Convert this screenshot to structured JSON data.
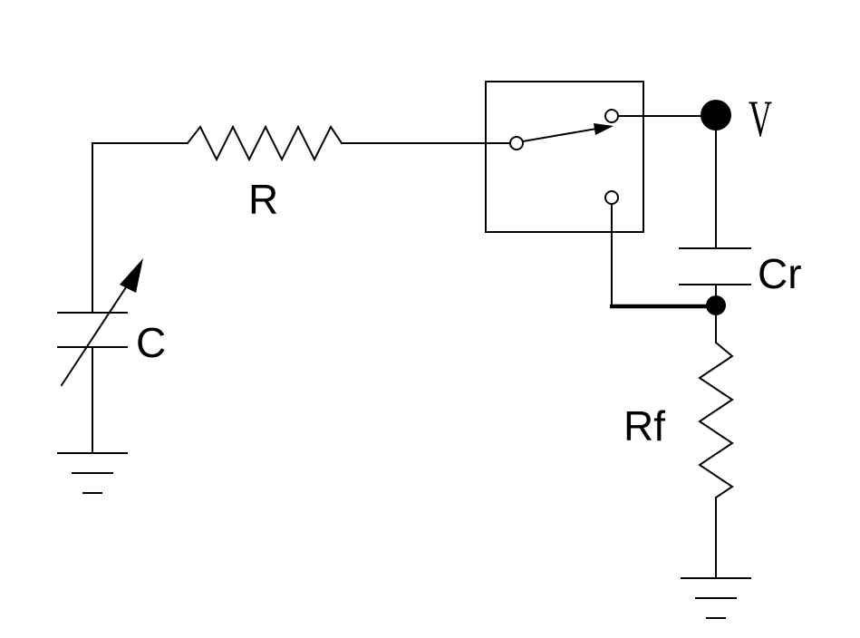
{
  "labels": {
    "resistor": "R",
    "variable_capacitor": "C",
    "reference_capacitor": "Cr",
    "feedback_resistor": "Rf",
    "voltage_source": "V"
  }
}
